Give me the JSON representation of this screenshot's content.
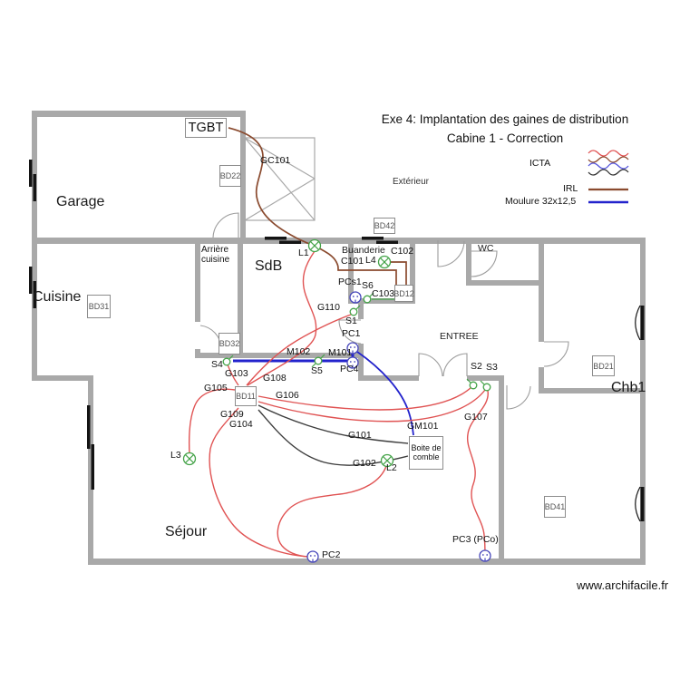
{
  "colors": {
    "wall": "#a9a9a9",
    "icta": "#e05353",
    "irl": "#8a4a2e",
    "moulure": "#2323cc",
    "dark": "#3d3d3d",
    "green": "#44a348",
    "socket": "#4747bb",
    "window": "#141414",
    "door": "#9c9c9c",
    "boxborder": "#8c8c8c"
  },
  "title": {
    "line1": "Exe 4: Implantation des gaines de distribution",
    "line2": "Cabine 1 - Correction"
  },
  "legend": {
    "icta": "ICTA",
    "irl": "IRL",
    "moulure": "Moulure 32x12,5"
  },
  "watermark": "www.archifacile.fr",
  "rooms": {
    "garage": "Garage",
    "cuisine": "Cuisine",
    "sdb": "SdB",
    "arriere_cuisine": "Arrière\ncuisine",
    "buanderie": "Buanderie",
    "wc": "WC",
    "entree": "ENTREE",
    "chb1": "Chb1",
    "sejour": "Séjour",
    "exterieur": "Extérieur"
  },
  "boxes": {
    "tgbt": "TGBT",
    "bd22": "BD22",
    "bd42": "BD42",
    "bd31": "BD31",
    "bd32": "BD32",
    "bd12": "BD12",
    "bd11": "BD11",
    "bd21": "BD21",
    "bd41": "BD41",
    "boite_comble": "Boite de comble"
  },
  "components": {
    "gc101": "GC101",
    "l1": "L1",
    "l2": "L2",
    "l3": "L3",
    "l4": "L4",
    "c101": "C101",
    "c102": "C102",
    "c103": "C103",
    "pcs1": "PCs1",
    "s1": "S1",
    "s2": "S2",
    "s3": "S3",
    "s4": "S4",
    "s5": "S5",
    "s6": "S6",
    "pc1": "PC1",
    "pc2": "PC2",
    "pc3": "PC3 (PCo)",
    "pc4": "PC4",
    "m101": "M101",
    "m102": "M102",
    "g101": "G101",
    "g102": "G102",
    "g103": "G103",
    "g104": "G104",
    "g105": "G105",
    "g106": "G106",
    "g107": "G107",
    "g108": "G108",
    "g109": "G109",
    "g110": "G110",
    "gm101": "GM101"
  }
}
